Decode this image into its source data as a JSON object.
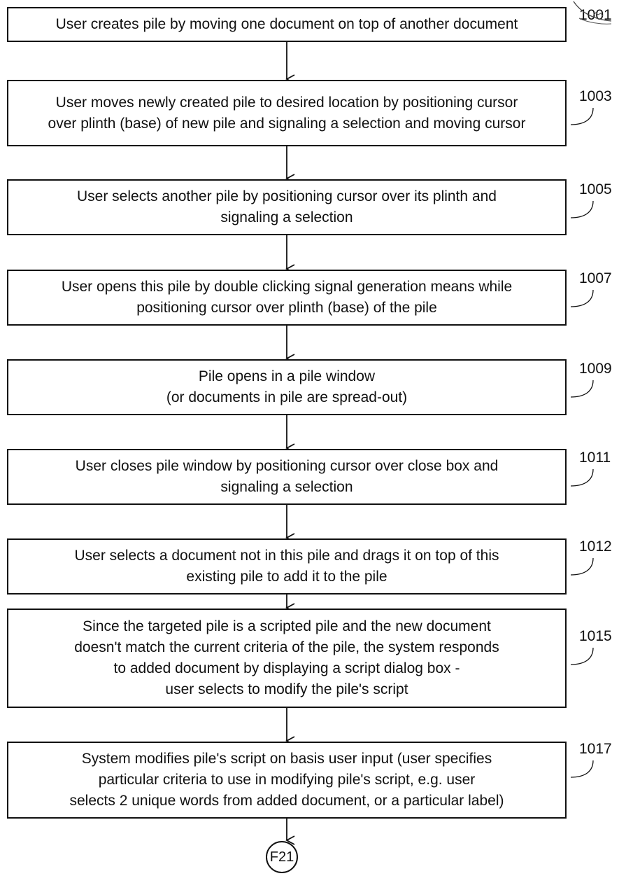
{
  "steps": [
    {
      "id": "1001",
      "text": "User creates pile by moving one document on top of another document"
    },
    {
      "id": "1003",
      "text": "User moves newly created pile to desired location by positioning cursor\nover plinth (base) of new pile and signaling a selection and moving cursor"
    },
    {
      "id": "1005",
      "text": "User selects another pile by positioning cursor over its plinth and\nsignaling a selection"
    },
    {
      "id": "1007",
      "text": "User opens this pile by double clicking signal generation means while\npositioning cursor over plinth (base) of the pile"
    },
    {
      "id": "1009",
      "text": "Pile opens in a pile window\n(or documents in pile are spread-out)"
    },
    {
      "id": "1011",
      "text": "User closes pile window by positioning cursor over close box and\nsignaling a selection"
    },
    {
      "id": "1012",
      "text": "User selects a document not in this pile and drags it on top of this\nexisting pile to add it to the pile"
    },
    {
      "id": "1015",
      "text": "Since the targeted pile is a scripted pile and the new document\ndoesn't match the current criteria of the pile, the system responds\nto added document by displaying a script dialog box -\nuser selects to modify the pile's script"
    },
    {
      "id": "1017",
      "text": "System modifies pile's script on basis user input (user specifies\nparticular criteria to use in modifying pile's script, e.g.  user\nselects 2 unique words from added document, or a particular label)"
    }
  ],
  "terminal": {
    "label": "F21"
  }
}
